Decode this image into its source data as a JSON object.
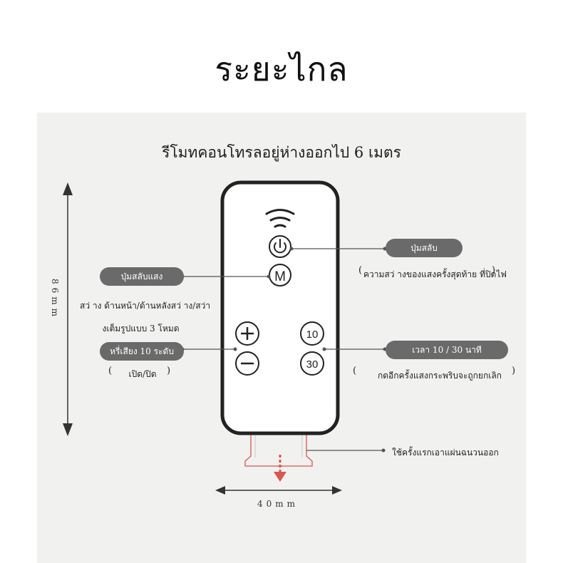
{
  "heading": "ระยะไกล",
  "subtitle": "รีโมทคอนโทรลอยู่ห่างออกไป 6 เมตร",
  "remote": {
    "mode_button_label": "M",
    "timer_10_label": "10",
    "timer_30_label": "30"
  },
  "callouts": {
    "power": {
      "label": "ปุ่มสลับ",
      "note": "ความสว่ างของแสงครั้งสุดท้าย ที่ปิดไฟ",
      "paren_open": "(",
      "paren_close": ")"
    },
    "mode": {
      "label": "ปุ่มสลับแสง",
      "note_line1": "สว่ าง ด้านหน้า/ด้านหลังสว่ าง/สว่า",
      "note_line2": "งเต็มรูปแบบ 3 โหมด"
    },
    "dimmer": {
      "label": "หรี่เสียง 10 ระดับ",
      "note": "เปิด/ปิด",
      "paren_open": "(",
      "paren_close": ")"
    },
    "timer": {
      "label": "เวลา 10 / 30 นาที",
      "note": "กดอีกครั้งแสงกระพริบจะถูกยกเลิก",
      "paren_open": "(",
      "paren_close": ")"
    },
    "battery": {
      "note": "ใช้ครั้งแรกเอาแผ่นฉนวนออก"
    }
  },
  "dimensions": {
    "height": "86mm",
    "width": "40mm"
  },
  "colors": {
    "panel": "#f1f1f0",
    "pill": "#6a6a6a",
    "remote_outline": "#222222",
    "insulation_tab": "#d9574a"
  }
}
